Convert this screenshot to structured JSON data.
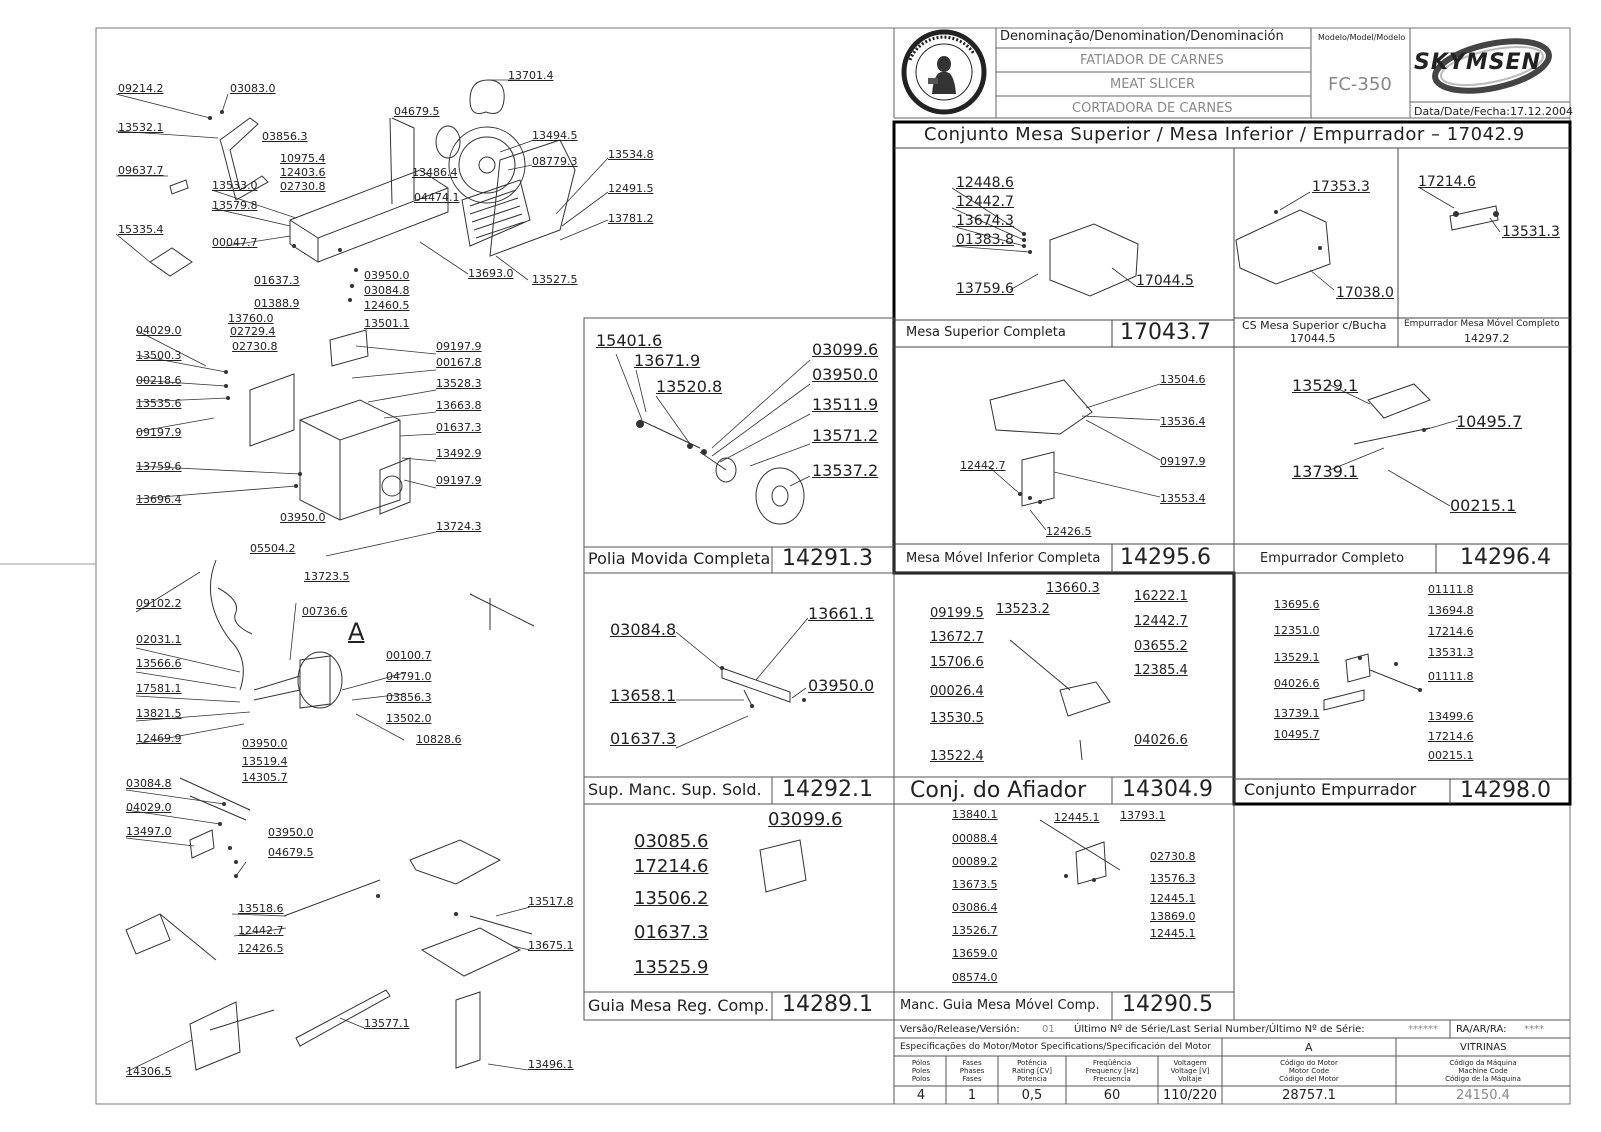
{
  "title_block": {
    "denomination_header": "Denominação/Denomination/Denominación",
    "name_pt": "FATIADOR DE CARNES",
    "name_en": "MEAT SLICER",
    "name_es": "CORTADORA DE CARNES",
    "model_header": "Modelo/Model/Modelo",
    "model": "FC-350",
    "brand": "SKYMSEN",
    "date_label": "Data/Date/Fecha:",
    "date": "17.12.2004"
  },
  "assembly_header": {
    "title": "Conjunto Mesa Superior / Mesa Inferior / Empurrador – 17042.9"
  },
  "panels": {
    "mesa_superior": {
      "name": "Mesa Superior Completa",
      "code": "17043.7",
      "labels": [
        "12448.6",
        "12442.7",
        "13674.3",
        "01383.8",
        "13759.6",
        "17044.5"
      ]
    },
    "cs_mesa": {
      "name": "CS Mesa Superior c/Bucha",
      "code": "17044.5",
      "labels": [
        "17353.3",
        "17038.0"
      ]
    },
    "empurrador_movel": {
      "name": "Empurrador Mesa Móvel Completo",
      "code": "14297.2",
      "labels": [
        "17214.6",
        "13531.3"
      ]
    },
    "mesa_movel_inferior": {
      "name": "Mesa Móvel Inferior Completa",
      "code": "14295.6",
      "labels": [
        "13504.6",
        "13536.4",
        "09197.9",
        "12442.7",
        "13553.4",
        "12426.5"
      ]
    },
    "empurrador_completo": {
      "name": "Empurrador Completo",
      "code": "14296.4",
      "labels": [
        "13529.1",
        "10495.7",
        "13739.1",
        "00215.1"
      ]
    },
    "polia": {
      "name": "Polia Movida Completa",
      "code": "14291.3",
      "labels": [
        "15401.6",
        "13671.9",
        "13520.8",
        "03099.6",
        "03950.0",
        "13511.9",
        "13571.2",
        "13537.2"
      ]
    },
    "sup_manc": {
      "name": "Sup. Manc. Sup. Sold.",
      "code": "14292.1",
      "labels": [
        "03084.8",
        "13661.1",
        "13658.1",
        "03950.0",
        "01637.3"
      ]
    },
    "afiador": {
      "name": "Conj. do Afiador",
      "code": "14304.9",
      "labels": [
        "13660.3",
        "16222.1",
        "09199.5",
        "13523.2",
        "12442.7",
        "13672.7",
        "03655.2",
        "15706.6",
        "12385.4",
        "00026.4",
        "13530.5",
        "04026.6",
        "13522.4"
      ]
    },
    "conjunto_empurrador": {
      "name": "Conjunto Empurrador",
      "code": "14298.0",
      "labels": [
        "13695.6",
        "01111.8",
        "13694.8",
        "12351.0",
        "17214.6",
        "13531.3",
        "13529.1",
        "01111.8",
        "04026.6",
        "13499.6",
        "13739.1",
        "17214.6",
        "10495.7",
        "00215.1"
      ]
    },
    "guia_mesa": {
      "name": "Guia Mesa Reg. Comp.",
      "code": "14289.1",
      "labels": [
        "03099.6",
        "03085.6",
        "17214.6",
        "13506.2",
        "01637.3",
        "13525.9"
      ]
    },
    "manc_guia": {
      "name": "Manc. Guia Mesa Móvel Comp.",
      "code": "14290.5",
      "labels": [
        "13840.1",
        "12445.1",
        "13793.1",
        "00088.4",
        "02730.8",
        "00089.2",
        "13576.3",
        "13673.5",
        "12445.1",
        "03086.4",
        "13869.0",
        "13526.7",
        "12445.1",
        "13659.0",
        "08574.0"
      ]
    }
  },
  "main_labels": {
    "left": [
      "09214.2",
      "03083.0",
      "13532.1",
      "09637.7",
      "15335.4",
      "13533.0",
      "13579.8",
      "00047.7",
      "01637.3",
      "01388.9",
      "04029.0",
      "13500.3",
      "00218.6",
      "13535.6",
      "09197.9",
      "13759.6",
      "13696.4",
      "09102.2",
      "02031.1",
      "13566.6",
      "17581.1",
      "13821.5",
      "12469.9",
      "03084.8",
      "04029.0",
      "13497.0",
      "14306.5"
    ],
    "center": [
      "13701.4",
      "04679.5",
      "03856.3",
      "13494.5",
      "10975.4",
      "12403.6",
      "13486.4",
      "08779.3",
      "02730.8",
      "04474.1",
      "13534.8",
      "12491.5",
      "13781.2",
      "03950.0",
      "13693.0",
      "03084.8",
      "13527.5",
      "12460.5",
      "13501.1",
      "13760.0",
      "02729.4",
      "02730.8",
      "09197.9",
      "00167.8",
      "13528.3",
      "13663.8",
      "01637.3",
      "13492.9",
      "09197.9",
      "03950.0",
      "13724.3",
      "05504.2",
      "13723.5",
      "00736.6",
      "A",
      "00100.7",
      "04791.0",
      "03856.3",
      "13502.0",
      "10828.6",
      "03950.0",
      "13519.4",
      "14305.7",
      "03950.0",
      "04679.5",
      "13518.6",
      "12442.7",
      "12426.5",
      "13517.8",
      "13675.1",
      "13577.1",
      "13496.1"
    ]
  },
  "footer": {
    "version_label": "Versão/Release/Versión:",
    "version": "01",
    "serial_label": "Último Nº de Série/Last Serial Number/Último Nº de Série:",
    "serial": "******",
    "ra_label": "RA/AR/RA:",
    "ra": "****",
    "motor_spec_label": "Especificações do Motor/Motor Specifications/Specificación del Motor",
    "voltage_code": "A",
    "vitrinas": "VITRINAS",
    "col_poles": "Pólos\nPoles\nPolos",
    "col_phases": "Fases\nPhases\nFases",
    "col_power": "Potência\nRating [CV]\nPotencia",
    "col_freq": "Freqüência\nFrequency [Hz]\nFrecuencia",
    "col_voltage": "Voltagem\nVoltage [V]\nVoltaje",
    "col_motor_code": "Código do Motor\nMotor Code\nCódigo del Motor",
    "col_machine_code": "Código da Máquina\nMachine Code\nCódigo de la Máquina",
    "poles": "4",
    "phases": "1",
    "power": "0,5",
    "frequency": "60",
    "voltage": "110/220",
    "motor_code": "28757.1",
    "machine_code": "24150.4"
  },
  "colors": {
    "line": "#333333",
    "frame": "#000000",
    "gray_text": "#8a8a8a"
  }
}
